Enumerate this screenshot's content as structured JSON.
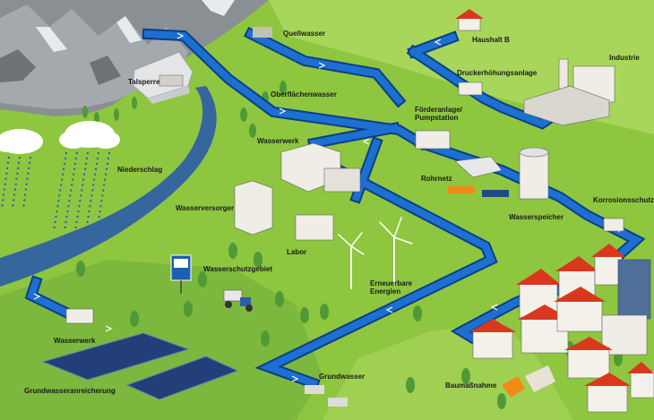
{
  "labels": {
    "quellwasser": "Quellwasser",
    "haushalt_b": "Haushalt B",
    "talsperre": "Talsperre",
    "industrie": "Industrie",
    "druckerhoehungsanlage": "Druckerhöhungsanlage",
    "oberflaechenwasser": "Oberflächenwasser",
    "foerderanlage": "Förderanlage/\nPumpstation",
    "wasserwerk_top": "Wasserwerk",
    "niederschlag": "Niederschlag",
    "rohrnetz": "Rohrnetz",
    "korrosionsschutz": "Korrosionsschutz",
    "wasserversorger": "Wasserversorger",
    "wasserspeicher": "Wasserspeicher",
    "labor": "Labor",
    "wasserschutzgebiet": "Wasserschutzgebiet",
    "erneuerbare": "Erneuerbare\nEnergien",
    "wasserwerk_bottom": "Wasserwerk",
    "grundwasser": "Grundwasser",
    "baumassnahme": "Baumaßnahme",
    "grundwasseranreicherung": "Grundwasseranreicherung"
  },
  "colors": {
    "grass": "#8ec63f",
    "grass_light": "#a8d65a",
    "grass_dark": "#6fae3a",
    "pipe": "#1d6fd1",
    "pipe_edge": "#0b3f86",
    "river": "#35669e",
    "pond": "#233f7a",
    "mountain": "#8a8f94",
    "roof_red": "#d9381e"
  }
}
